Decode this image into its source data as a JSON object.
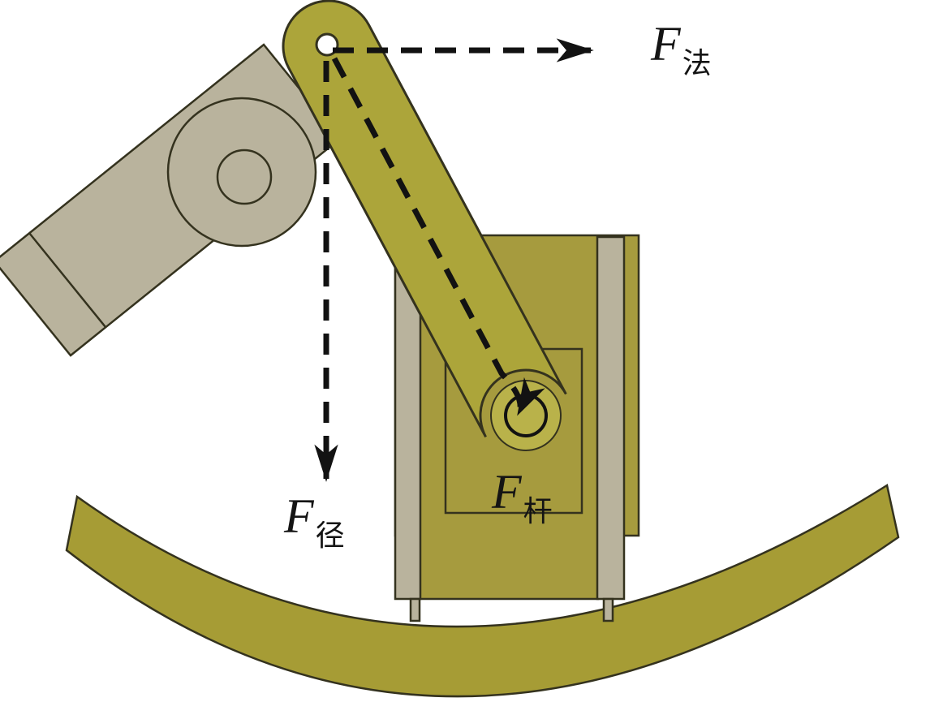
{
  "labels": {
    "force_fa": {
      "base": "F",
      "sub": "法"
    },
    "force_jing": {
      "base": "F",
      "sub": "径"
    },
    "force_gan": {
      "base": "F",
      "sub": "杆"
    }
  },
  "colors": {
    "background": "#ffffff",
    "link_olive": "#aca53a",
    "block_olive": "#a69b3e",
    "arc_olive": "#a69c35",
    "bright_olive": "#b9b24a",
    "arm_gray": "#b9b39d",
    "outline": "#34321e",
    "arrow": "#121212",
    "pin_hole": "#ffffff"
  }
}
